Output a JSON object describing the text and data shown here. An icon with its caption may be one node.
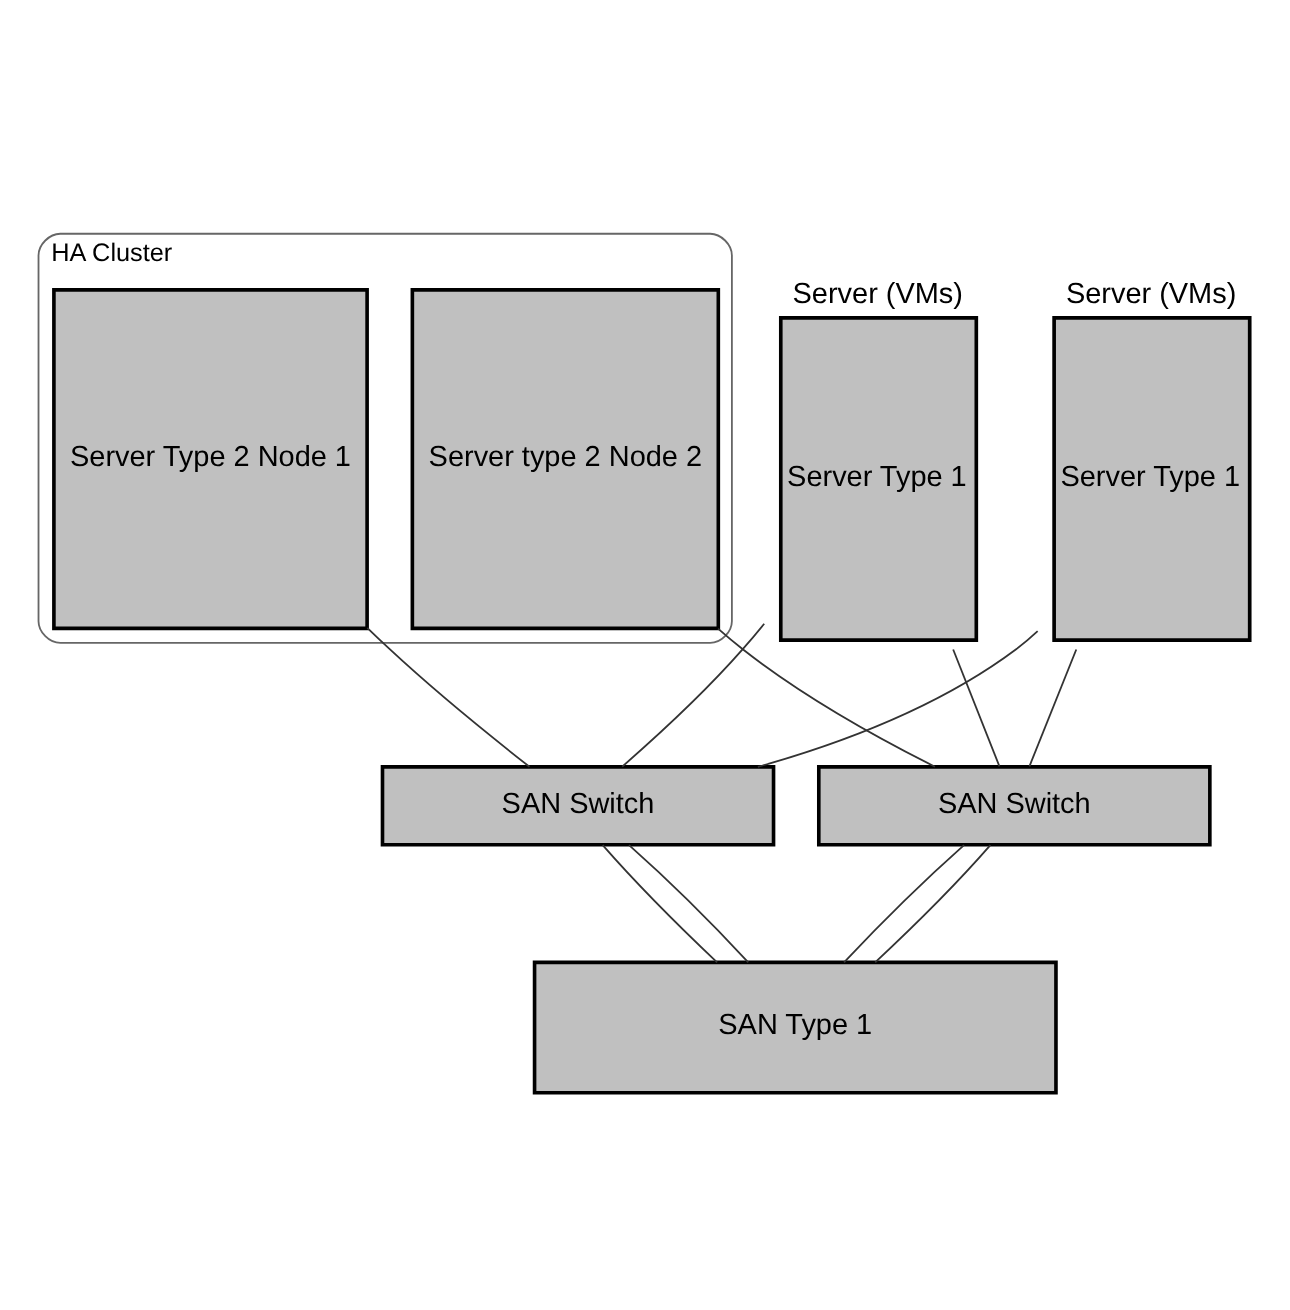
{
  "diagram": {
    "nodes": [
      {
        "text": [
          "HA Cluster"
        ]
      },
      {
        "text": [
          "Server Type 2 Node 1"
        ],
        "in": 0
      },
      {
        "text": [
          "Server type 2 Node 2"
        ],
        "in": 0
      },
      {
        "text": [
          "Server (VMs)",
          "Server Type 1"
        ]
      },
      {
        "text": [
          "Server (VMs)",
          "Server Type 1"
        ]
      },
      {
        "text": [
          "SAN Switch"
        ]
      },
      {
        "text": [
          "SAN Switch"
        ]
      },
      {
        "text": [
          "SAN Type 1"
        ]
      }
    ],
    "edges": [
      {
        "from": 1,
        "to": 5,
        "arrow": "none"
      },
      {
        "from": 2,
        "to": 6,
        "arrow": "none"
      },
      {
        "from": 3,
        "to": 5,
        "arrow": "none"
      },
      {
        "from": 3,
        "to": 6,
        "arrow": "none"
      },
      {
        "from": 4,
        "to": 5,
        "arrow": "none"
      },
      {
        "from": 4,
        "to": 6,
        "arrow": "none"
      },
      {
        "from": 5,
        "to": 7,
        "arrow": "none"
      },
      {
        "from": 5,
        "to": 7,
        "arrow": "none"
      },
      {
        "from": 6,
        "to": 7,
        "arrow": "none"
      },
      {
        "from": 6,
        "to": 7,
        "arrow": "none"
      }
    ]
  }
}
